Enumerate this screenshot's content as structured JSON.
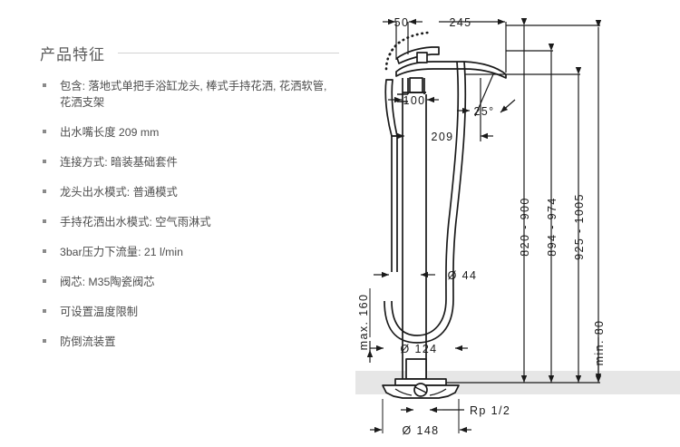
{
  "features": {
    "title": "产品特征",
    "items": [
      "包含: 落地式单把手浴缸龙头, 棒式手持花洒, 花洒软管, 花洒支架",
      "出水嘴长度 209 mm",
      "连接方式: 暗装基础套件",
      "龙头出水模式: 普通模式",
      "手持花洒出水模式: 空气雨淋式",
      "3bar压力下流量: 21 l/min",
      "阀芯: M35陶瓷阀芯",
      "可设置温度限制",
      "防倒流装置"
    ]
  },
  "drawing": {
    "dimensions": {
      "top_offset": "50",
      "spout_reach_total": "245",
      "handle_height": "100",
      "spout_length": "209",
      "spout_angle": "25°",
      "riser_diameter": "Ø 44",
      "hose_loop_width": "Ø 124",
      "base_diameter": "Ø 148",
      "thread": "Rp 1/2",
      "height_spout": "820 - 900",
      "height_mid": "894 - 974",
      "height_total": "925 - 1005",
      "max_below": "max. 160",
      "min_clearance": "min. 80"
    },
    "colors": {
      "line": "#1a1a1a",
      "floor_band": "#e6e6e6",
      "text": "#1a1a1a"
    }
  }
}
